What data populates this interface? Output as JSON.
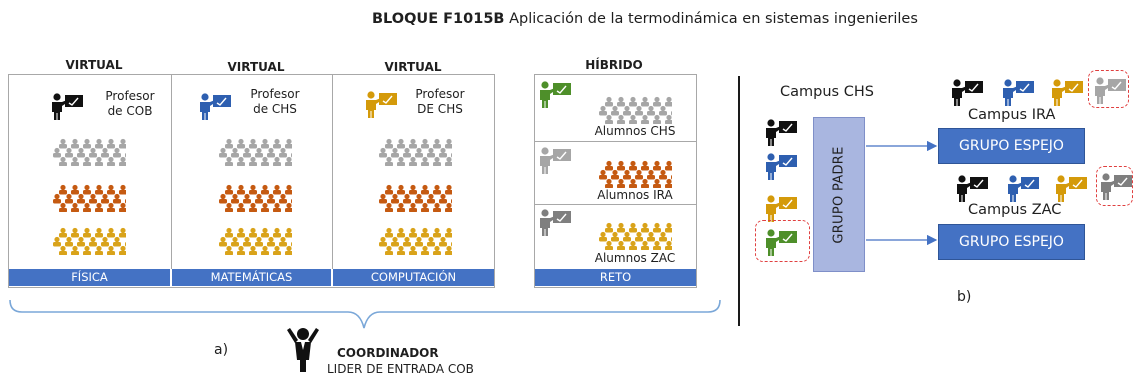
{
  "title": {
    "bold": "BLOQUE F1015B",
    "rest": " Aplicación de la termodinámica en sistemas ingenieriles"
  },
  "columns": [
    {
      "mode": "VIRTUAL",
      "professor_line1": "Profesor",
      "professor_line2": "de COB",
      "subject": "FÍSICA",
      "teacher_color": "#111111"
    },
    {
      "mode": "VIRTUAL",
      "professor_line1": "Profesor",
      "professor_line2": "de CHS",
      "subject": "MATEMÁTICAS",
      "teacher_color": "#2e5fb0"
    },
    {
      "mode": "VIRTUAL",
      "professor_line1": "Profesor",
      "professor_line2": "DE CHS",
      "subject": "COMPUTACIÓN",
      "teacher_color": "#d49a0a"
    }
  ],
  "hybrid": {
    "mode": "HÍBRIDO",
    "subject": "RETO",
    "groups": [
      "Alumnos CHS",
      "Alumnos IRA",
      "Alumnos ZAC"
    ]
  },
  "crowd_colors": {
    "gray": "#a6a6a6",
    "orange": "#c55a11",
    "gold": "#d9a31a"
  },
  "label_a": "a)",
  "coordinator": {
    "title": "COORDINADOR",
    "subtitle": "LIDER DE ENTRADA COB"
  },
  "part_b": {
    "campus_chs": "Campus CHS",
    "campus_ira": "Campus IRA",
    "campus_zac": "Campus ZAC",
    "grupo_padre": "GRUPO PADRE",
    "grupo_espejo_1": "GRUPO ESPEJO",
    "grupo_espejo_2": "GRUPO ESPEJO",
    "label_b": "b)"
  },
  "colors": {
    "accent_blue": "#4472c4",
    "padre_fill": "#a9b6e0",
    "dashed_red": "#e04040"
  }
}
